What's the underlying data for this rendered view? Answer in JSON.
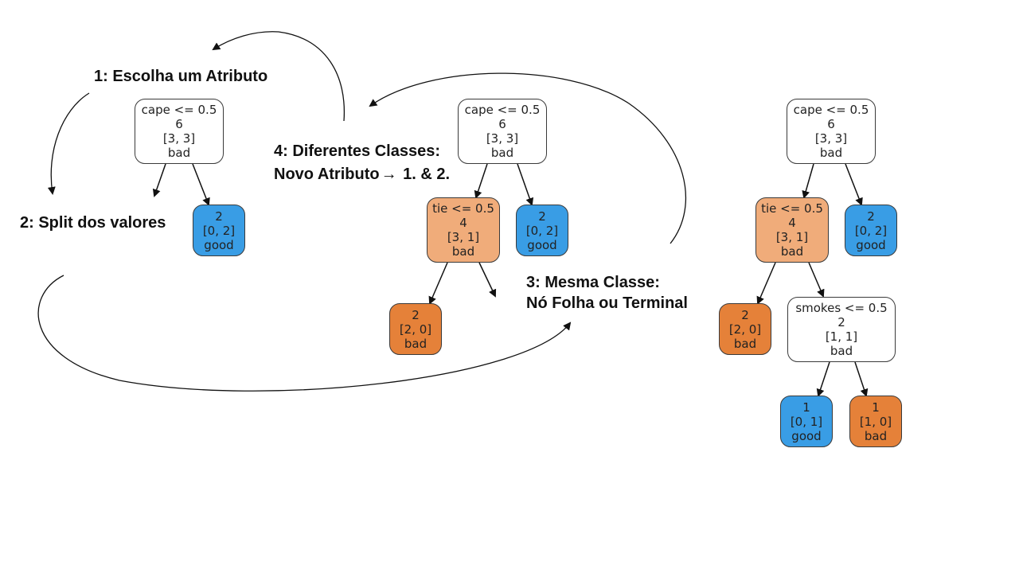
{
  "steps": {
    "step1": "1: Escolha um Atributo",
    "step2": "2: Split dos valores",
    "step3_line1": "3: Mesma Classe:",
    "step3_line2": "Nó Folha ou Terminal",
    "step4_line1": "4: Diferentes Classes:",
    "step4_line2_prefix": "Novo Atributo",
    "step4_arrow": "→",
    "step4_line2_suffix": " 1. & 2."
  },
  "colors": {
    "good": "#399de5",
    "bad_pure": "#e58139",
    "bad_mixed": "#f0ac7a",
    "neutral": "#ffffff"
  },
  "tree1": {
    "root": {
      "rule": "cape <= 0.5",
      "samples": "6",
      "value": "[3, 3]",
      "class": "bad"
    },
    "right_leaf": {
      "samples": "2",
      "value": "[0, 2]",
      "class": "good"
    }
  },
  "tree2": {
    "root": {
      "rule": "cape <= 0.5",
      "samples": "6",
      "value": "[3, 3]",
      "class": "bad"
    },
    "tie_node": {
      "rule": "tie <= 0.5",
      "samples": "4",
      "value": "[3, 1]",
      "class": "bad"
    },
    "right_leaf": {
      "samples": "2",
      "value": "[0, 2]",
      "class": "good"
    },
    "tie_left_leaf": {
      "samples": "2",
      "value": "[2, 0]",
      "class": "bad"
    }
  },
  "tree3": {
    "root": {
      "rule": "cape <= 0.5",
      "samples": "6",
      "value": "[3, 3]",
      "class": "bad"
    },
    "tie_node": {
      "rule": "tie <= 0.5",
      "samples": "4",
      "value": "[3, 1]",
      "class": "bad"
    },
    "right_leaf": {
      "samples": "2",
      "value": "[0, 2]",
      "class": "good"
    },
    "tie_left_leaf": {
      "samples": "2",
      "value": "[2, 0]",
      "class": "bad"
    },
    "smokes_node": {
      "rule": "smokes <= 0.5",
      "samples": "2",
      "value": "[1, 1]",
      "class": "bad"
    },
    "smokes_left_leaf": {
      "samples": "1",
      "value": "[0, 1]",
      "class": "good"
    },
    "smokes_right_leaf": {
      "samples": "1",
      "value": "[1, 0]",
      "class": "bad"
    }
  }
}
